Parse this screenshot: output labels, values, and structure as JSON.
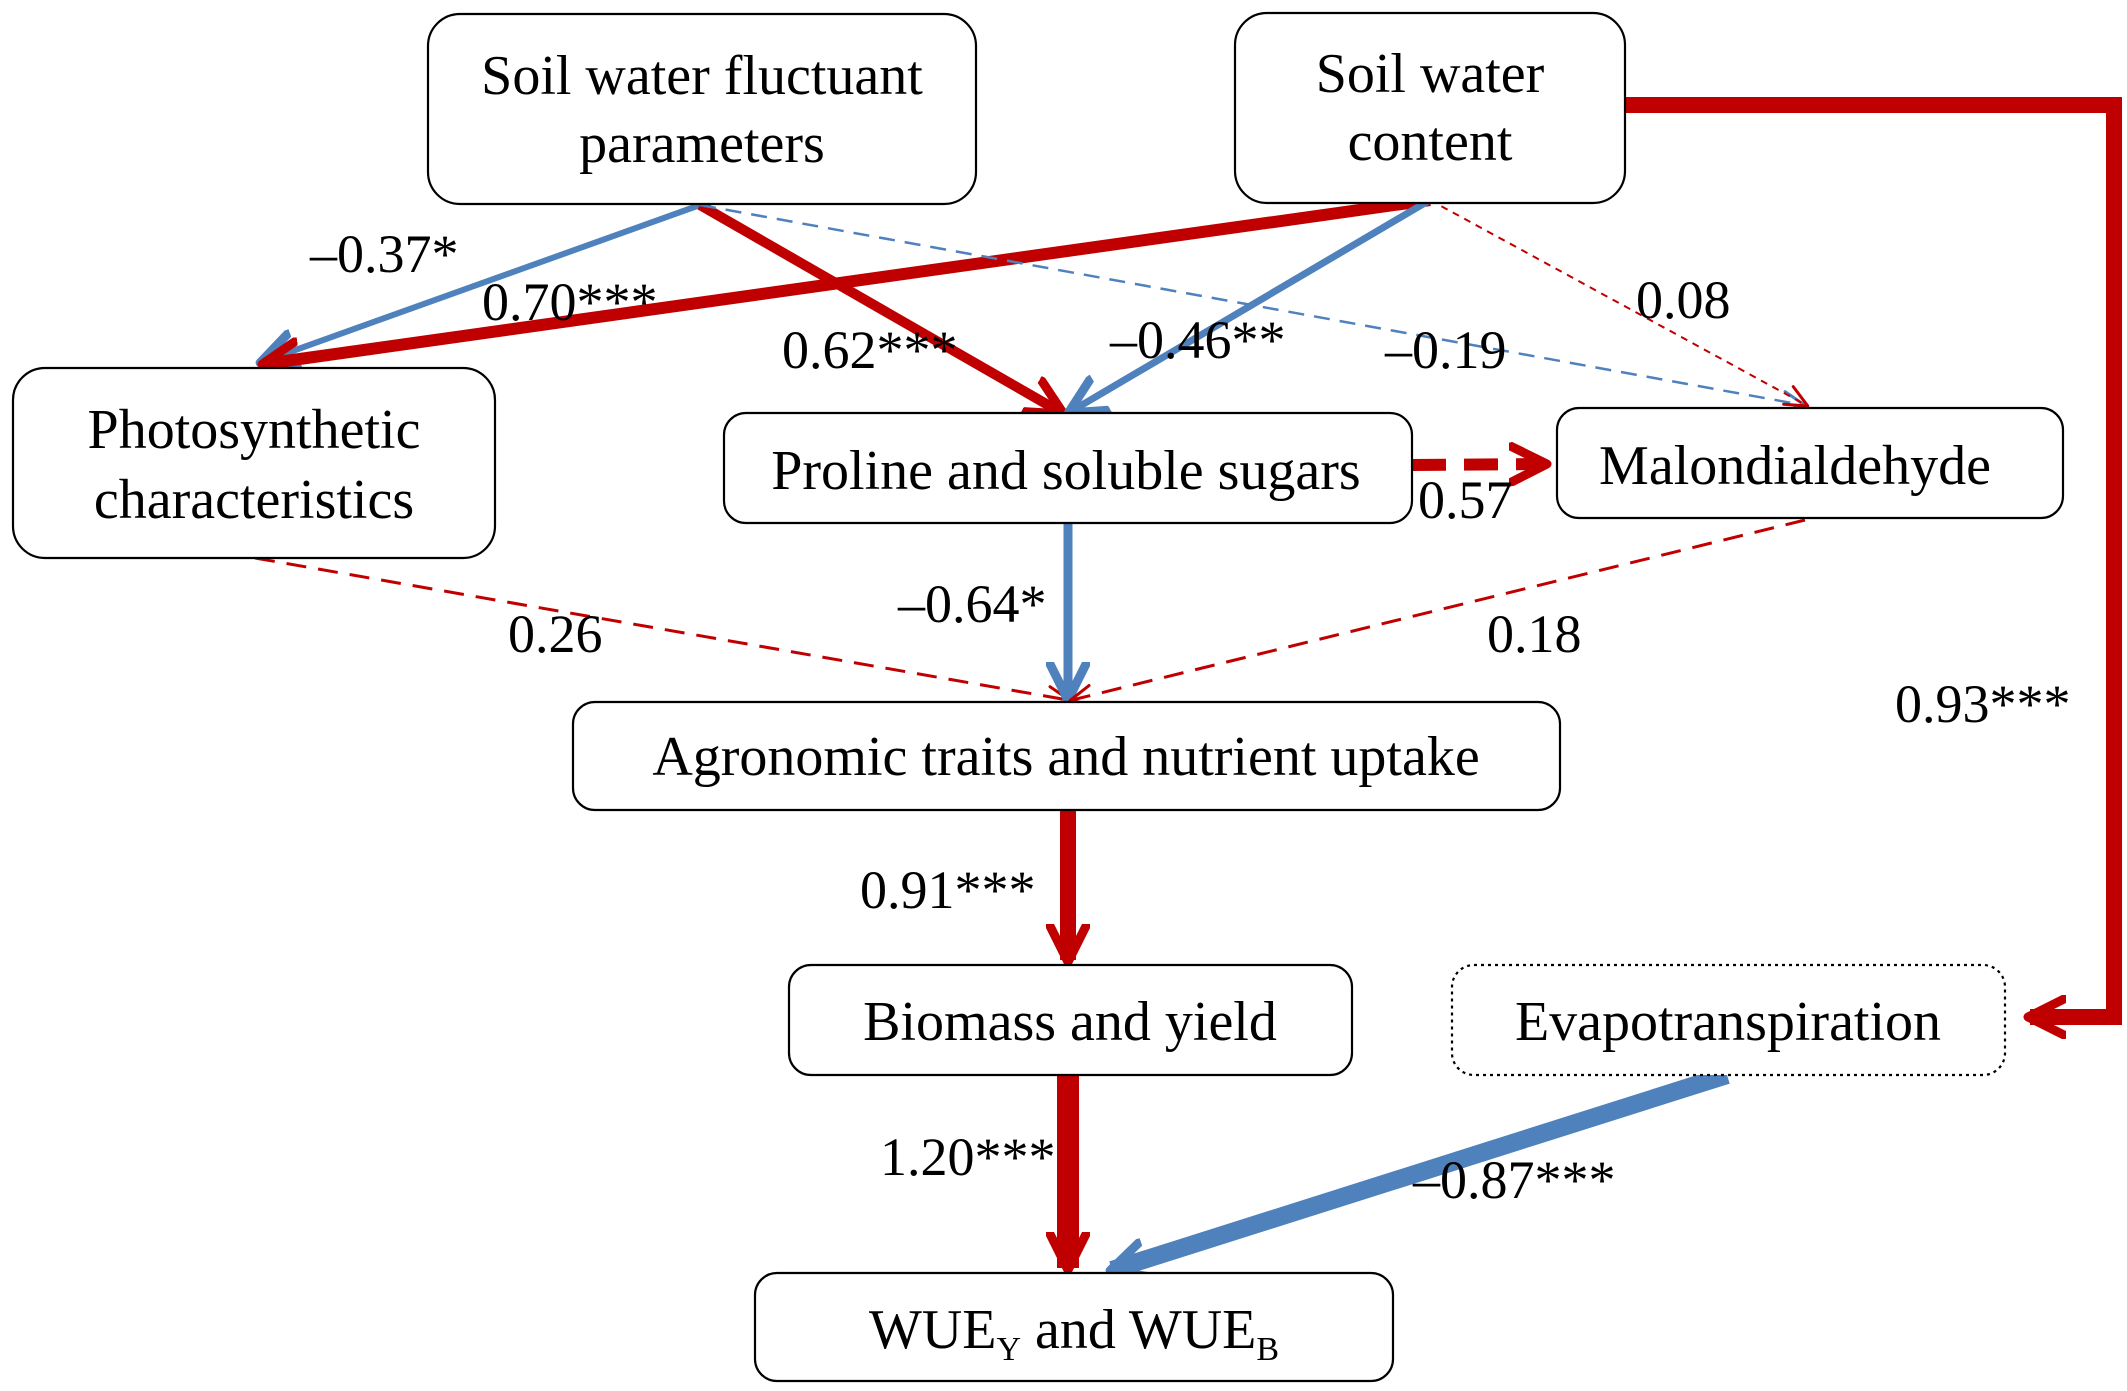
{
  "colors": {
    "positive": "#c00000",
    "negative": "#4f81bd"
  },
  "nodes": {
    "swfp": {
      "line1": "Soil water fluctuant",
      "line2": "parameters"
    },
    "swc": {
      "line1": "Soil water",
      "line2": "content"
    },
    "photo": {
      "line1": "Photosynthetic",
      "line2": "characteristics"
    },
    "proline": {
      "label": "Proline and soluble sugars"
    },
    "mda": {
      "label": "Malondialdehyde"
    },
    "agro": {
      "label": "Agronomic traits and nutrient uptake"
    },
    "biomass": {
      "label": "Biomass and yield"
    },
    "evap": {
      "label": "Evapotranspiration"
    },
    "wue": {
      "part1": "WUE",
      "sub1": "Y",
      "part2": " and WUE",
      "sub2": "B"
    }
  },
  "edges": [
    {
      "id": "swfp-photo",
      "label": "–0.37*",
      "sign": "negative",
      "style": "solid"
    },
    {
      "id": "swc-photo",
      "label": "0.70***",
      "sign": "positive",
      "style": "solid"
    },
    {
      "id": "swfp-proline",
      "label": "0.62***",
      "sign": "positive",
      "style": "solid"
    },
    {
      "id": "swc-proline",
      "label": "–0.46**",
      "sign": "negative",
      "style": "solid"
    },
    {
      "id": "swfp-mda",
      "label": "–0.19",
      "sign": "negative",
      "style": "dashed"
    },
    {
      "id": "swc-mda",
      "label": "0.08",
      "sign": "positive",
      "style": "dashed"
    },
    {
      "id": "proline-mda",
      "label": "0.57",
      "sign": "positive",
      "style": "dashed"
    },
    {
      "id": "photo-agro",
      "label": "0.26",
      "sign": "positive",
      "style": "dashed"
    },
    {
      "id": "proline-agro",
      "label": "–0.64*",
      "sign": "negative",
      "style": "solid"
    },
    {
      "id": "mda-agro",
      "label": "0.18",
      "sign": "positive",
      "style": "dashed"
    },
    {
      "id": "agro-biomass",
      "label": "0.91***",
      "sign": "positive",
      "style": "solid"
    },
    {
      "id": "biomass-wue",
      "label": "1.20***",
      "sign": "positive",
      "style": "solid"
    },
    {
      "id": "swc-evap",
      "label": "0.93***",
      "sign": "positive",
      "style": "solid"
    },
    {
      "id": "evap-wue",
      "label": "–0.87***",
      "sign": "negative",
      "style": "solid"
    }
  ]
}
